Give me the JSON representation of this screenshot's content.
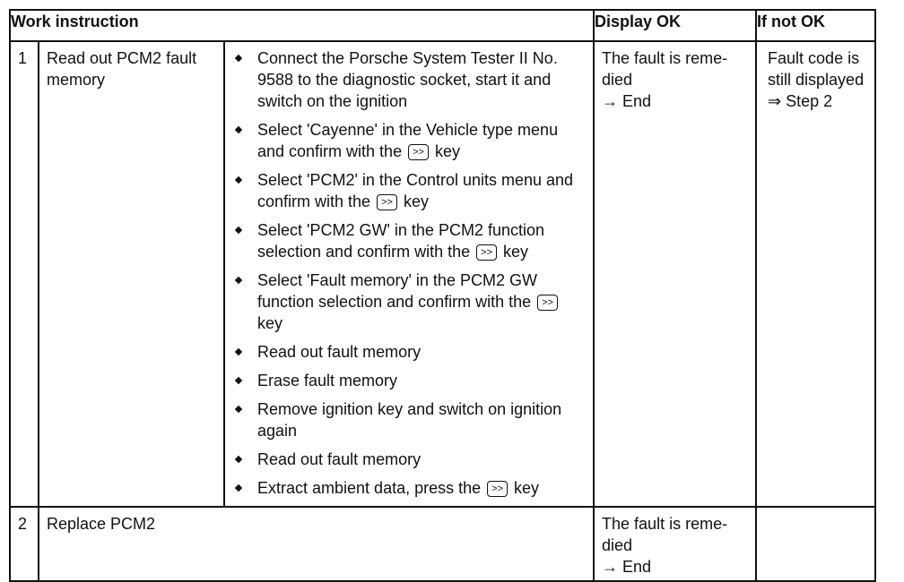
{
  "headers": {
    "work_instruction": "Work instruction",
    "display_ok": "Display OK",
    "if_not_ok": "If not OK"
  },
  "key_symbol": ">>",
  "row1": {
    "number": "1",
    "title": "Read out PCM2 fault memory",
    "steps": [
      {
        "text": "Connect the Porsche System Tester II No. 9588 to the diagnostic socket, start it and switch on the ignition",
        "after": ""
      },
      {
        "text": "Select 'Cayenne' in the Vehicle type menu and confirm with the",
        "after": "key"
      },
      {
        "text": "Select 'PCM2' in the Control units menu and confirm with the",
        "after": "key"
      },
      {
        "text": "Select 'PCM2 GW' in the PCM2 function selection and confirm with the",
        "after": "key"
      },
      {
        "text": "Select 'Fault memory' in the PCM2 GW function selection and confirm with the",
        "after": "key"
      },
      {
        "text": "Read out fault memory",
        "after": ""
      },
      {
        "text": "Erase fault memory",
        "after": ""
      },
      {
        "text": "Remove ignition key and switch on ignition again",
        "after": ""
      },
      {
        "text": "Read out fault memory",
        "after": ""
      },
      {
        "text": "Extract ambient data, press the",
        "after": "key"
      }
    ],
    "display_ok": {
      "line1": "The fault is reme-",
      "line2": "died",
      "line3": "→ End"
    },
    "if_not_ok": {
      "line1": "Fault code is",
      "line2": "still displayed",
      "line3": "⇒ Step 2"
    }
  },
  "row2": {
    "number": "2",
    "title": "Replace PCM2",
    "display_ok": {
      "line1": "The fault is reme-",
      "line2": "died",
      "line3": "→ End"
    }
  }
}
